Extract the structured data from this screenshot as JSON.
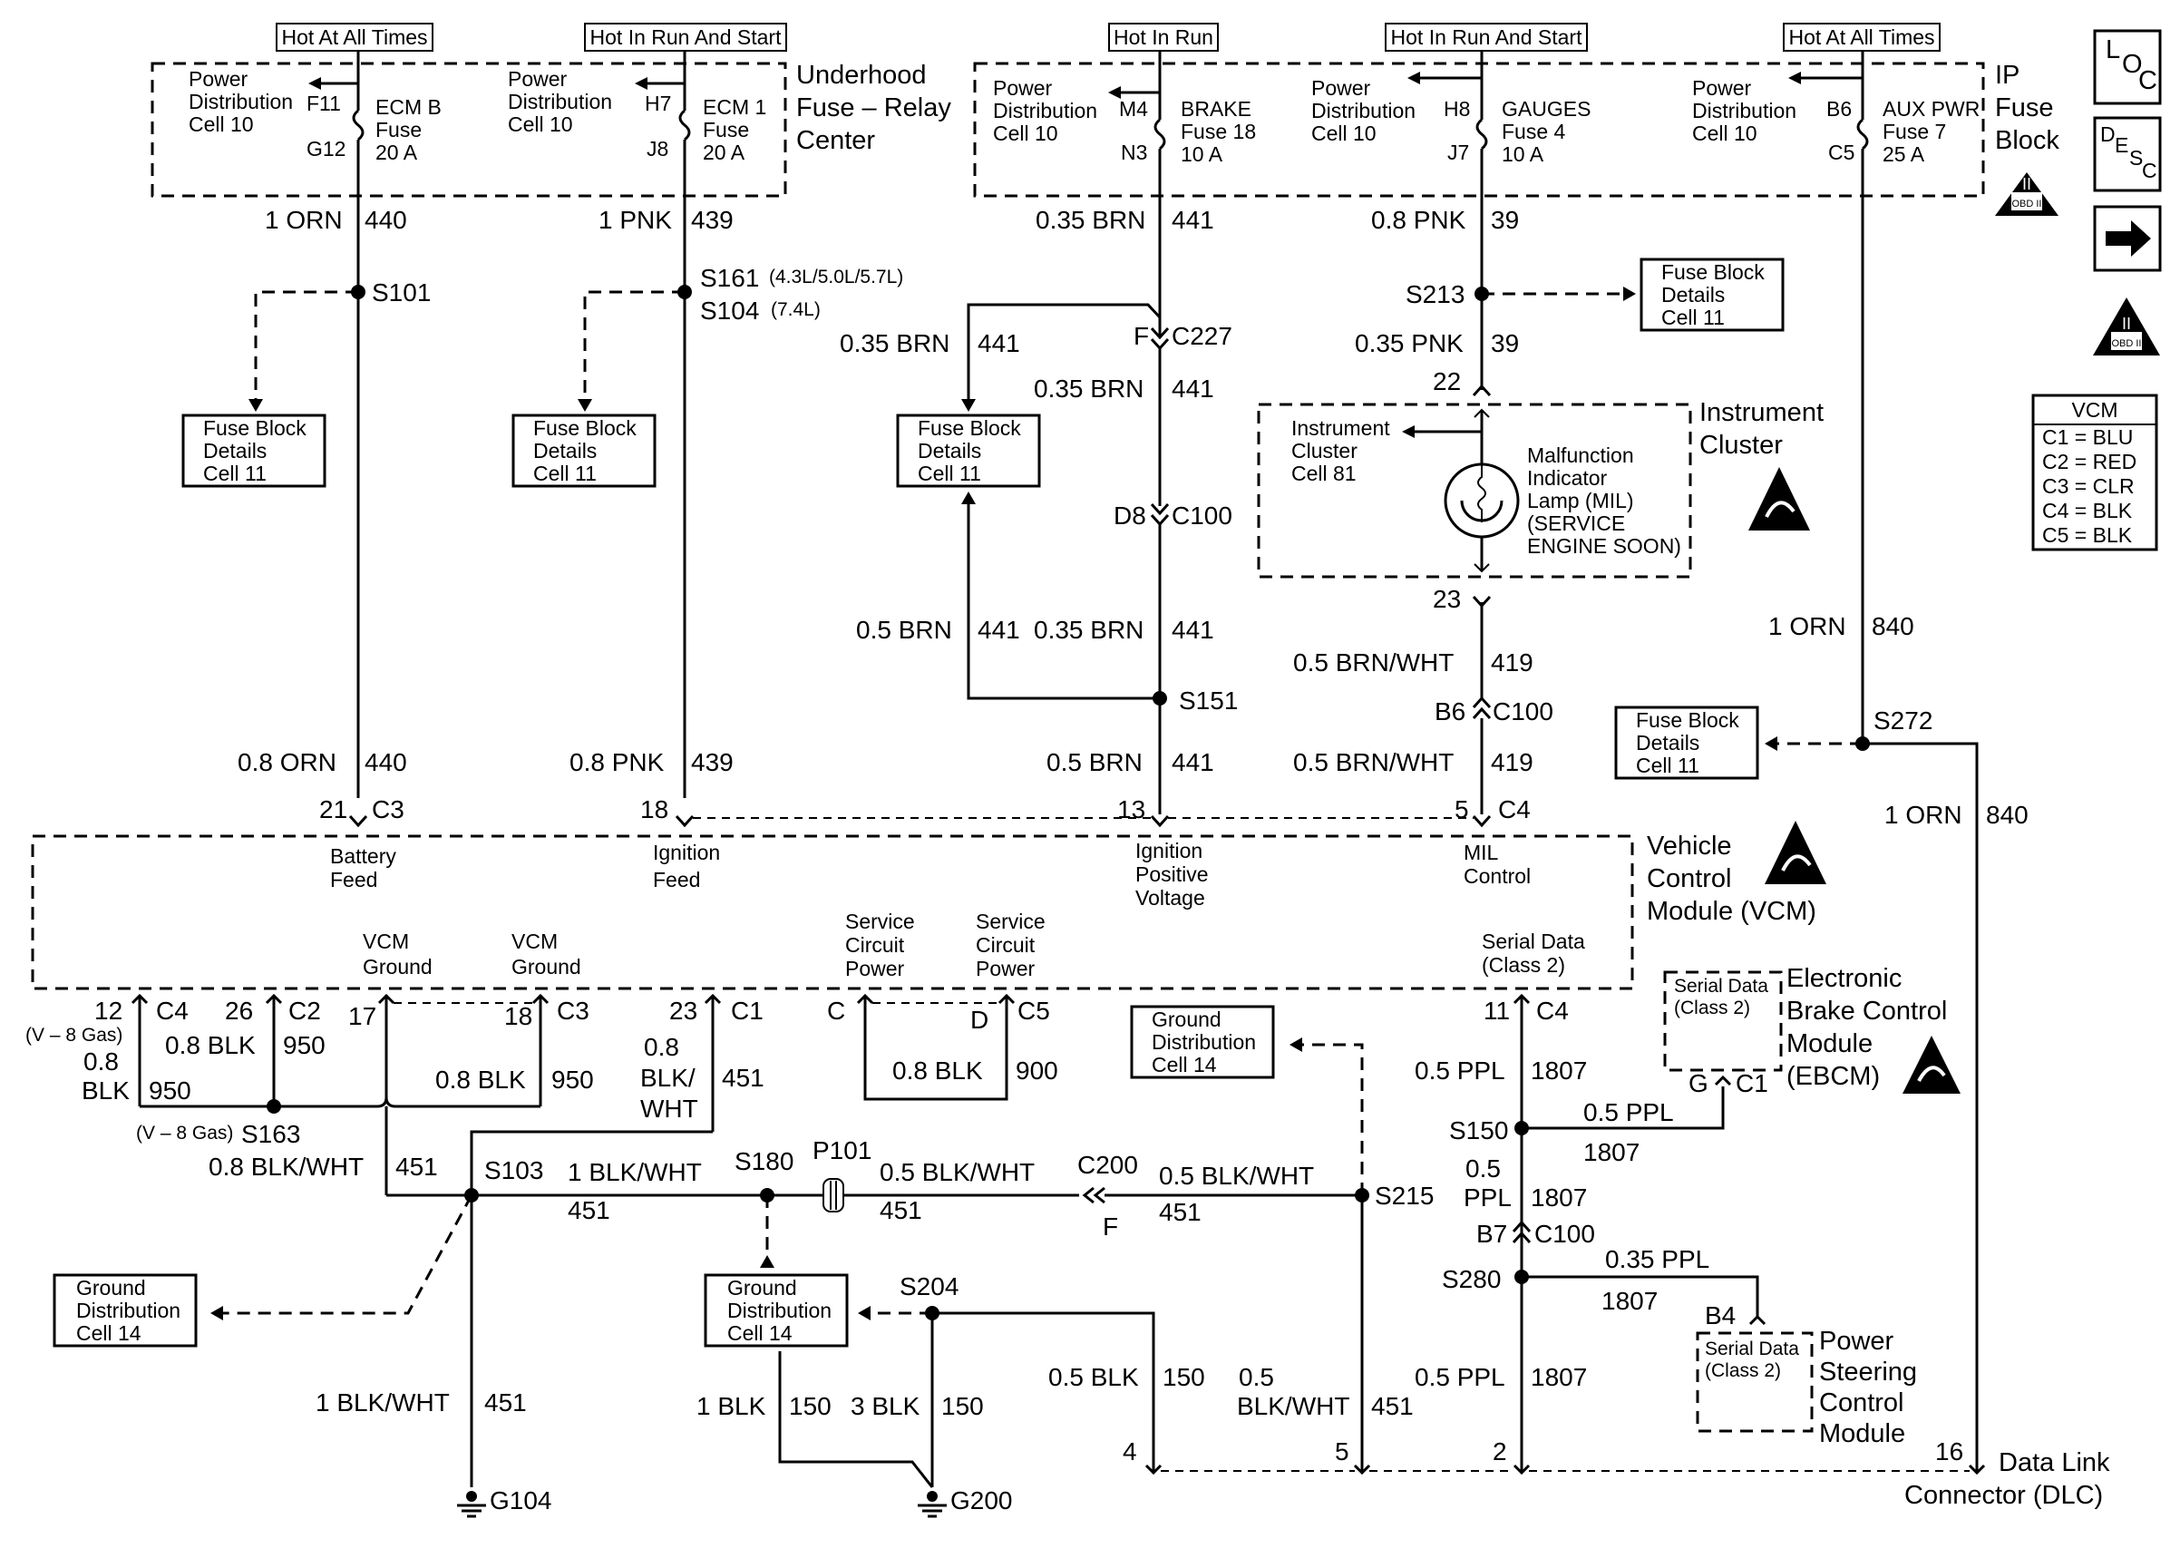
{
  "power_headers": {
    "h1": "Hot At All Times",
    "h2": "Hot In Run And Start",
    "h3": "Hot In Run",
    "h4": "Hot In Run And Start",
    "h5": "Hot At All Times"
  },
  "underhood": {
    "title1": "Underhood",
    "title2": "Fuse – Relay",
    "title3": "Center",
    "fuse1": {
      "pd1": "Power",
      "pd2": "Distribution",
      "pd3": "Cell 10",
      "pin_top": "F11",
      "pin_bot": "G12",
      "name1": "ECM B",
      "name2": "Fuse",
      "name3": "20 A"
    },
    "fuse2": {
      "pd1": "Power",
      "pd2": "Distribution",
      "pd3": "Cell 10",
      "pin_top": "H7",
      "pin_bot": "J8",
      "name1": "ECM 1",
      "name2": "Fuse",
      "name3": "20 A"
    }
  },
  "ip_block": {
    "title1": "IP",
    "title2": "Fuse",
    "title3": "Block",
    "fuse3": {
      "pd1": "Power",
      "pd2": "Distribution",
      "pd3": "Cell 10",
      "pin_top": "M4",
      "pin_bot": "N3",
      "name1": "BRAKE",
      "name2": "Fuse 18",
      "name3": "10 A"
    },
    "fuse4": {
      "pd1": "Power",
      "pd2": "Distribution",
      "pd3": "Cell 10",
      "pin_top": "H8",
      "pin_bot": "J7",
      "name1": "GAUGES",
      "name2": "Fuse 4",
      "name3": "10 A"
    },
    "fuse5": {
      "pd1": "Power",
      "pd2": "Distribution",
      "pd3": "Cell 10",
      "pin_top": "B6",
      "pin_bot": "C5",
      "name1": "AUX PWR",
      "name2": "Fuse 7",
      "name3": "25 A"
    }
  },
  "side_icons": {
    "loc": "LOC",
    "desc": "DESC",
    "obd": "OBD II",
    "roman": "II",
    "vcm_title": "VCM",
    "vcm_rows": [
      "C1 = BLU",
      "C2 = RED",
      "C3 = CLR",
      "C4 = BLK",
      "C5 = BLK"
    ]
  },
  "fuse_block_details": {
    "l1": "Fuse Block",
    "l2": "Details",
    "l3": "Cell 11"
  },
  "ground_distribution": {
    "l1": "Ground",
    "l2": "Distribution",
    "l3": "Cell 14"
  },
  "wires": {
    "w440a": "1 ORN",
    "c440a": "440",
    "w439a": "1 PNK",
    "c439a": "439",
    "w441a": "0.35 BRN",
    "c441a": "441",
    "w39a": "0.8 PNK",
    "c39a": "39",
    "w441b": "0.35 BRN",
    "c441b": "441",
    "w441c": "0.35 BRN",
    "c441c": "441",
    "w39b": "0.35 PNK",
    "c39b": "39",
    "w441d": "0.5 BRN",
    "c441d": "441",
    "w441e": "0.35 BRN",
    "c441e": "441",
    "w840a": "1 ORN",
    "c840a": "840",
    "w419a": "0.5 BRN/WHT",
    "c419a": "419",
    "w440b": "0.8 ORN",
    "c440b": "440",
    "w439b": "0.8 PNK",
    "c439b": "439",
    "w441f": "0.5 BRN",
    "c441f": "441",
    "w419b": "0.5 BRN/WHT",
    "c419b": "419",
    "w840b": "1 ORN",
    "c840b": "840",
    "w950a1": "0.8",
    "w950a2": "BLK",
    "c950a": "950",
    "w950b": "0.8 BLK",
    "c950b": "950",
    "w950c": "0.8 BLK",
    "c950c": "950",
    "w451a1": "0.8",
    "w451a2": "BLK/",
    "w451a3": "WHT",
    "c451a": "451",
    "w900": "0.8 BLK",
    "c900": "900",
    "w451b": "0.8 BLK/WHT",
    "c451b": "451",
    "w451c": "1 BLK/WHT",
    "c451c": "451",
    "w451d": "0.5 BLK/WHT",
    "c451d": "451",
    "w451e": "0.5 BLK/WHT",
    "c451e": "451",
    "w1807a": "0.5 PPL",
    "c1807a": "1807",
    "w1807b": "0.5 PPL",
    "c1807b": "1807",
    "w1807c1": "0.5",
    "w1807c2": "PPL",
    "c1807c": "1807",
    "w1807d": "0.35 PPL",
    "c1807d": "1807",
    "w1807e": "0.5 PPL",
    "c1807e": "1807",
    "w451f": "1 BLK/WHT",
    "c451f": "451",
    "w150a": "1 BLK",
    "c150a": "150",
    "w150b": "3 BLK",
    "c150b": "150",
    "w150c": "0.5 BLK",
    "c150c": "150",
    "w451g1": "0.5",
    "w451g2": "BLK/WHT",
    "c451g": "451"
  },
  "splices": {
    "s101": "S101",
    "s161": "S161",
    "s161_note": "(4.3L/5.0L/5.7L)",
    "s104": "S104",
    "s104_note": "(7.4L)",
    "s213": "S213",
    "s151": "S151",
    "s272": "S272",
    "s163": "S163",
    "s163_note": "(V – 8 Gas)",
    "s103": "S103",
    "s180": "S180",
    "s215": "S215",
    "s150": "S150",
    "s280": "S280",
    "s204": "S204"
  },
  "connectors": {
    "c227_pin": "F",
    "c227": "C227",
    "c100a_pin": "D8",
    "c100a": "C100",
    "c100b_pin": "B6",
    "c100b": "C100",
    "c100c_pin": "B7",
    "c100c": "C100",
    "vcm_p21": "21",
    "vcm_c3": "C3",
    "vcm_p18": "18",
    "vcm_p13": "13",
    "vcm_p5": "5",
    "vcm_c4": "C4",
    "ic_p22": "22",
    "ic_p23": "23",
    "p12": "12",
    "c4b": "C4",
    "v8": "(V – 8 Gas)",
    "p26": "26",
    "c2": "C2",
    "p17": "17",
    "p18b": "18",
    "c3b": "C3",
    "p23b": "23",
    "c1": "C1",
    "pC": "C",
    "pD": "D",
    "c5": "C5",
    "p11": "11",
    "c4c": "C4",
    "p101": "P101",
    "c200": "C200",
    "c200_pin": "F",
    "ebcm_pin": "G",
    "ebcm_c1": "C1",
    "b4": "B4",
    "dlc4": "4",
    "dlc5": "5",
    "dlc2": "2",
    "dlc16": "16"
  },
  "ic": {
    "title1": "Instrument",
    "title2": "Cluster",
    "ref1": "Instrument",
    "ref2": "Cluster",
    "ref3": "Cell 81",
    "mil1": "Malfunction",
    "mil2": "Indicator",
    "mil3": "Lamp (MIL)",
    "mil4": "(SERVICE",
    "mil5": "ENGINE SOON)"
  },
  "vcm": {
    "title1": "Vehicle",
    "title2": "Control",
    "title3": "Module (VCM)",
    "bf1": "Battery",
    "bf2": "Feed",
    "if1": "Ignition",
    "if2": "Feed",
    "ipv1": "Ignition",
    "ipv2": "Positive",
    "ipv3": "Voltage",
    "mil1": "MIL",
    "mil2": "Control",
    "g1a": "VCM",
    "g1b": "Ground",
    "g2a": "VCM",
    "g2b": "Ground",
    "scp1a": "Service",
    "scp1b": "Circuit",
    "scp1c": "Power",
    "scp2a": "Service",
    "scp2b": "Circuit",
    "scp2c": "Power",
    "sd1": "Serial Data",
    "sd2": "(Class 2)"
  },
  "ebcm": {
    "sd1": "Serial Data",
    "sd2": "(Class 2)",
    "t1": "Electronic",
    "t2": "Brake Control",
    "t3": "Module",
    "t4": "(EBCM)"
  },
  "pscm": {
    "sd1": "Serial Data",
    "sd2": "(Class 2)",
    "t1": "Power",
    "t2": "Steering",
    "t3": "Control",
    "t4": "Module"
  },
  "dlc": {
    "t1": "Data Link",
    "t2": "Connector (DLC)"
  },
  "grounds": {
    "g104": "G104",
    "g200": "G200"
  }
}
